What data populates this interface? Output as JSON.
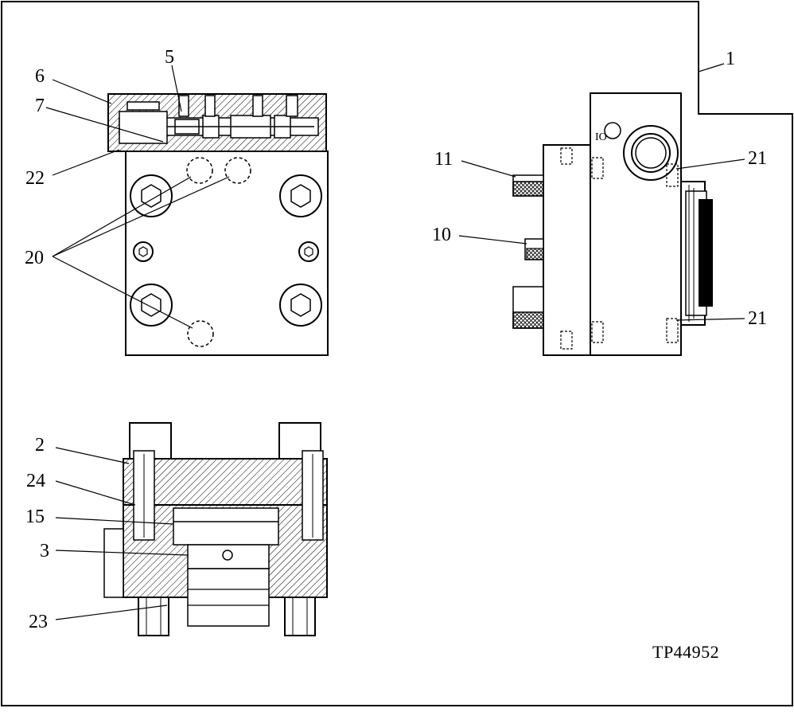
{
  "figure_id": "TP44952",
  "callouts": {
    "c1": "1",
    "c2": "2",
    "c3": "3",
    "c5": "5",
    "c6": "6",
    "c7": "7",
    "c10": "10",
    "c11": "11",
    "c15": "15",
    "c20": "20",
    "c21a": "21",
    "c21b": "21",
    "c22": "22",
    "c23": "23",
    "c24": "24"
  },
  "colors": {
    "line": "#000000",
    "background": "#ffffff"
  }
}
